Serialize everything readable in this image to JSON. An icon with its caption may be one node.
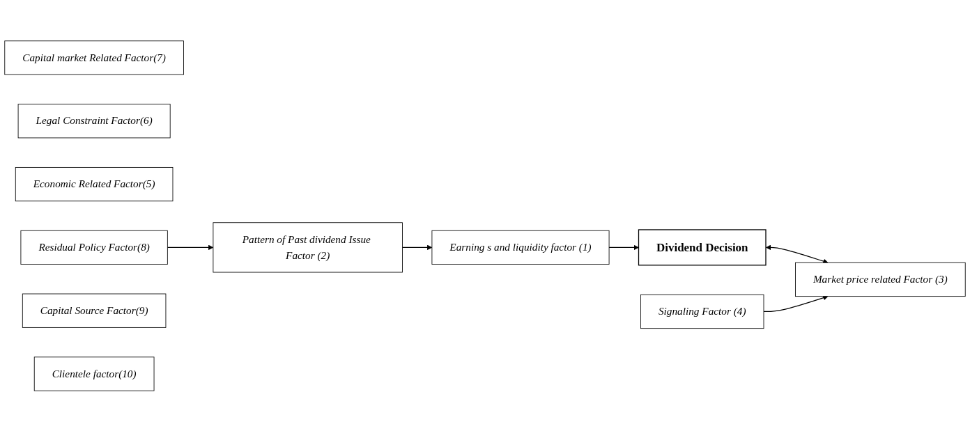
{
  "diagram": {
    "nodes": [
      {
        "text": [
          "Capital market Related Factor(7)"
        ]
      },
      {
        "text": [
          "Legal Constraint Factor(6)"
        ]
      },
      {
        "text": [
          "Economic Related Factor(5)"
        ]
      },
      {
        "text": [
          "Residual Policy Factor(8)"
        ]
      },
      {
        "text": [
          "Capital Source Factor(9)"
        ]
      },
      {
        "text": [
          "Clientele factor(10)"
        ]
      },
      {
        "text": [
          "Pattern of Past dividend Issue Factor (2)"
        ]
      },
      {
        "text": [
          "Earning s and liquidity factor (1)"
        ]
      },
      {
        "text": [
          "Dividend Decision"
        ]
      },
      {
        "text": [
          "Market price related Factor (3)"
        ]
      },
      {
        "text": [
          "Signaling Factor (4)"
        ]
      }
    ],
    "edges": [
      {
        "from": 3,
        "to": 6,
        "arrow": "to"
      },
      {
        "from": 6,
        "to": 7,
        "arrow": "to"
      },
      {
        "from": 7,
        "to": 8,
        "arrow": "to"
      },
      {
        "from": 8,
        "to": 9,
        "arrow": "both"
      },
      {
        "from": 10,
        "to": 9,
        "arrow": "to"
      }
    ]
  }
}
